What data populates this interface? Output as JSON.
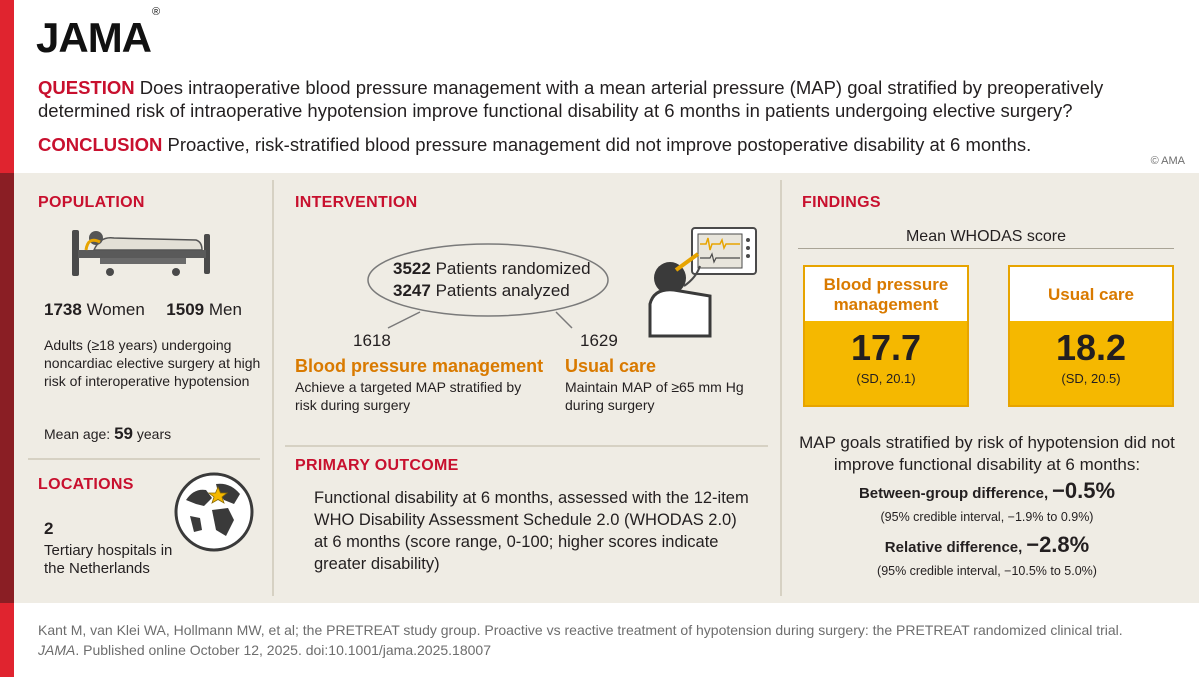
{
  "header": {
    "logo": "JAMA",
    "question_label": "QUESTION",
    "question_text": "Does intraoperative blood pressure management with a mean arterial pressure (MAP) goal stratified by preoperatively determined risk of intraoperative hypotension improve functional disability at 6 months in patients undergoing elective surgery?",
    "conclusion_label": "CONCLUSION",
    "conclusion_text": "Proactive, risk-stratified blood pressure management did not improve postoperative disability at 6 months.",
    "copyright": "© AMA"
  },
  "population": {
    "title": "POPULATION",
    "women_count": "1738",
    "women_label": "Women",
    "men_count": "1509",
    "men_label": "Men",
    "description": "Adults (≥18 years) undergoing noncardiac elective surgery at high risk of interoperative hypotension",
    "mean_age_label": "Mean age:",
    "mean_age_value": "59",
    "mean_age_unit": "years"
  },
  "locations": {
    "title": "LOCATIONS",
    "count": "2",
    "description": "Tertiary hospitals in the Netherlands"
  },
  "intervention": {
    "title": "INTERVENTION",
    "randomized_count": "3522",
    "randomized_label": "Patients randomized",
    "analyzed_count": "3247",
    "analyzed_label": "Patients analyzed",
    "arm1_count": "1618",
    "arm1_name": "Blood pressure management",
    "arm1_desc": "Achieve a targeted MAP stratified by risk during surgery",
    "arm2_count": "1629",
    "arm2_name": "Usual care",
    "arm2_desc": "Maintain MAP of ≥65 mm Hg during surgery"
  },
  "outcome": {
    "title": "PRIMARY OUTCOME",
    "text": "Functional disability at 6 months, assessed with the 12-item WHO Disability Assessment Schedule 2.0 (WHODAS 2.0) at 6 months (score range, 0-100; higher scores indicate greater disability)"
  },
  "findings": {
    "title": "FINDINGS",
    "subtitle": "Mean WHODAS score",
    "box1_label": "Blood pressure management",
    "box1_value": "17.7",
    "box1_sd": "(SD, 20.1)",
    "box2_label": "Usual care",
    "box2_value": "18.2",
    "box2_sd": "(SD, 20.5)",
    "summary": "MAP goals stratified by risk of hypotension did not improve functional disability at 6 months:",
    "diff1_label": "Between-group difference,",
    "diff1_value": "−0.5%",
    "diff1_ci": "(95% credible interval, −1.9% to 0.9%)",
    "diff2_label": "Relative difference,",
    "diff2_value": "−2.8%",
    "diff2_ci": "(95% credible interval, −10.5% to 5.0%)"
  },
  "footer": {
    "citation": "Kant M, van Klei WA, Hollmann MW, et al; the PRETREAT study group. Proactive vs reactive treatment of hypotension during surgery: the PRETREAT randomized clinical trial.",
    "journal": "JAMA",
    "published": ". Published online October 12, 2025. doi:10.1001/jama.2025.18007"
  },
  "colors": {
    "accent_red": "#c8102e",
    "arm_orange": "#d97a00",
    "box_yellow": "#f5b800",
    "panel_beige": "#efece4"
  }
}
